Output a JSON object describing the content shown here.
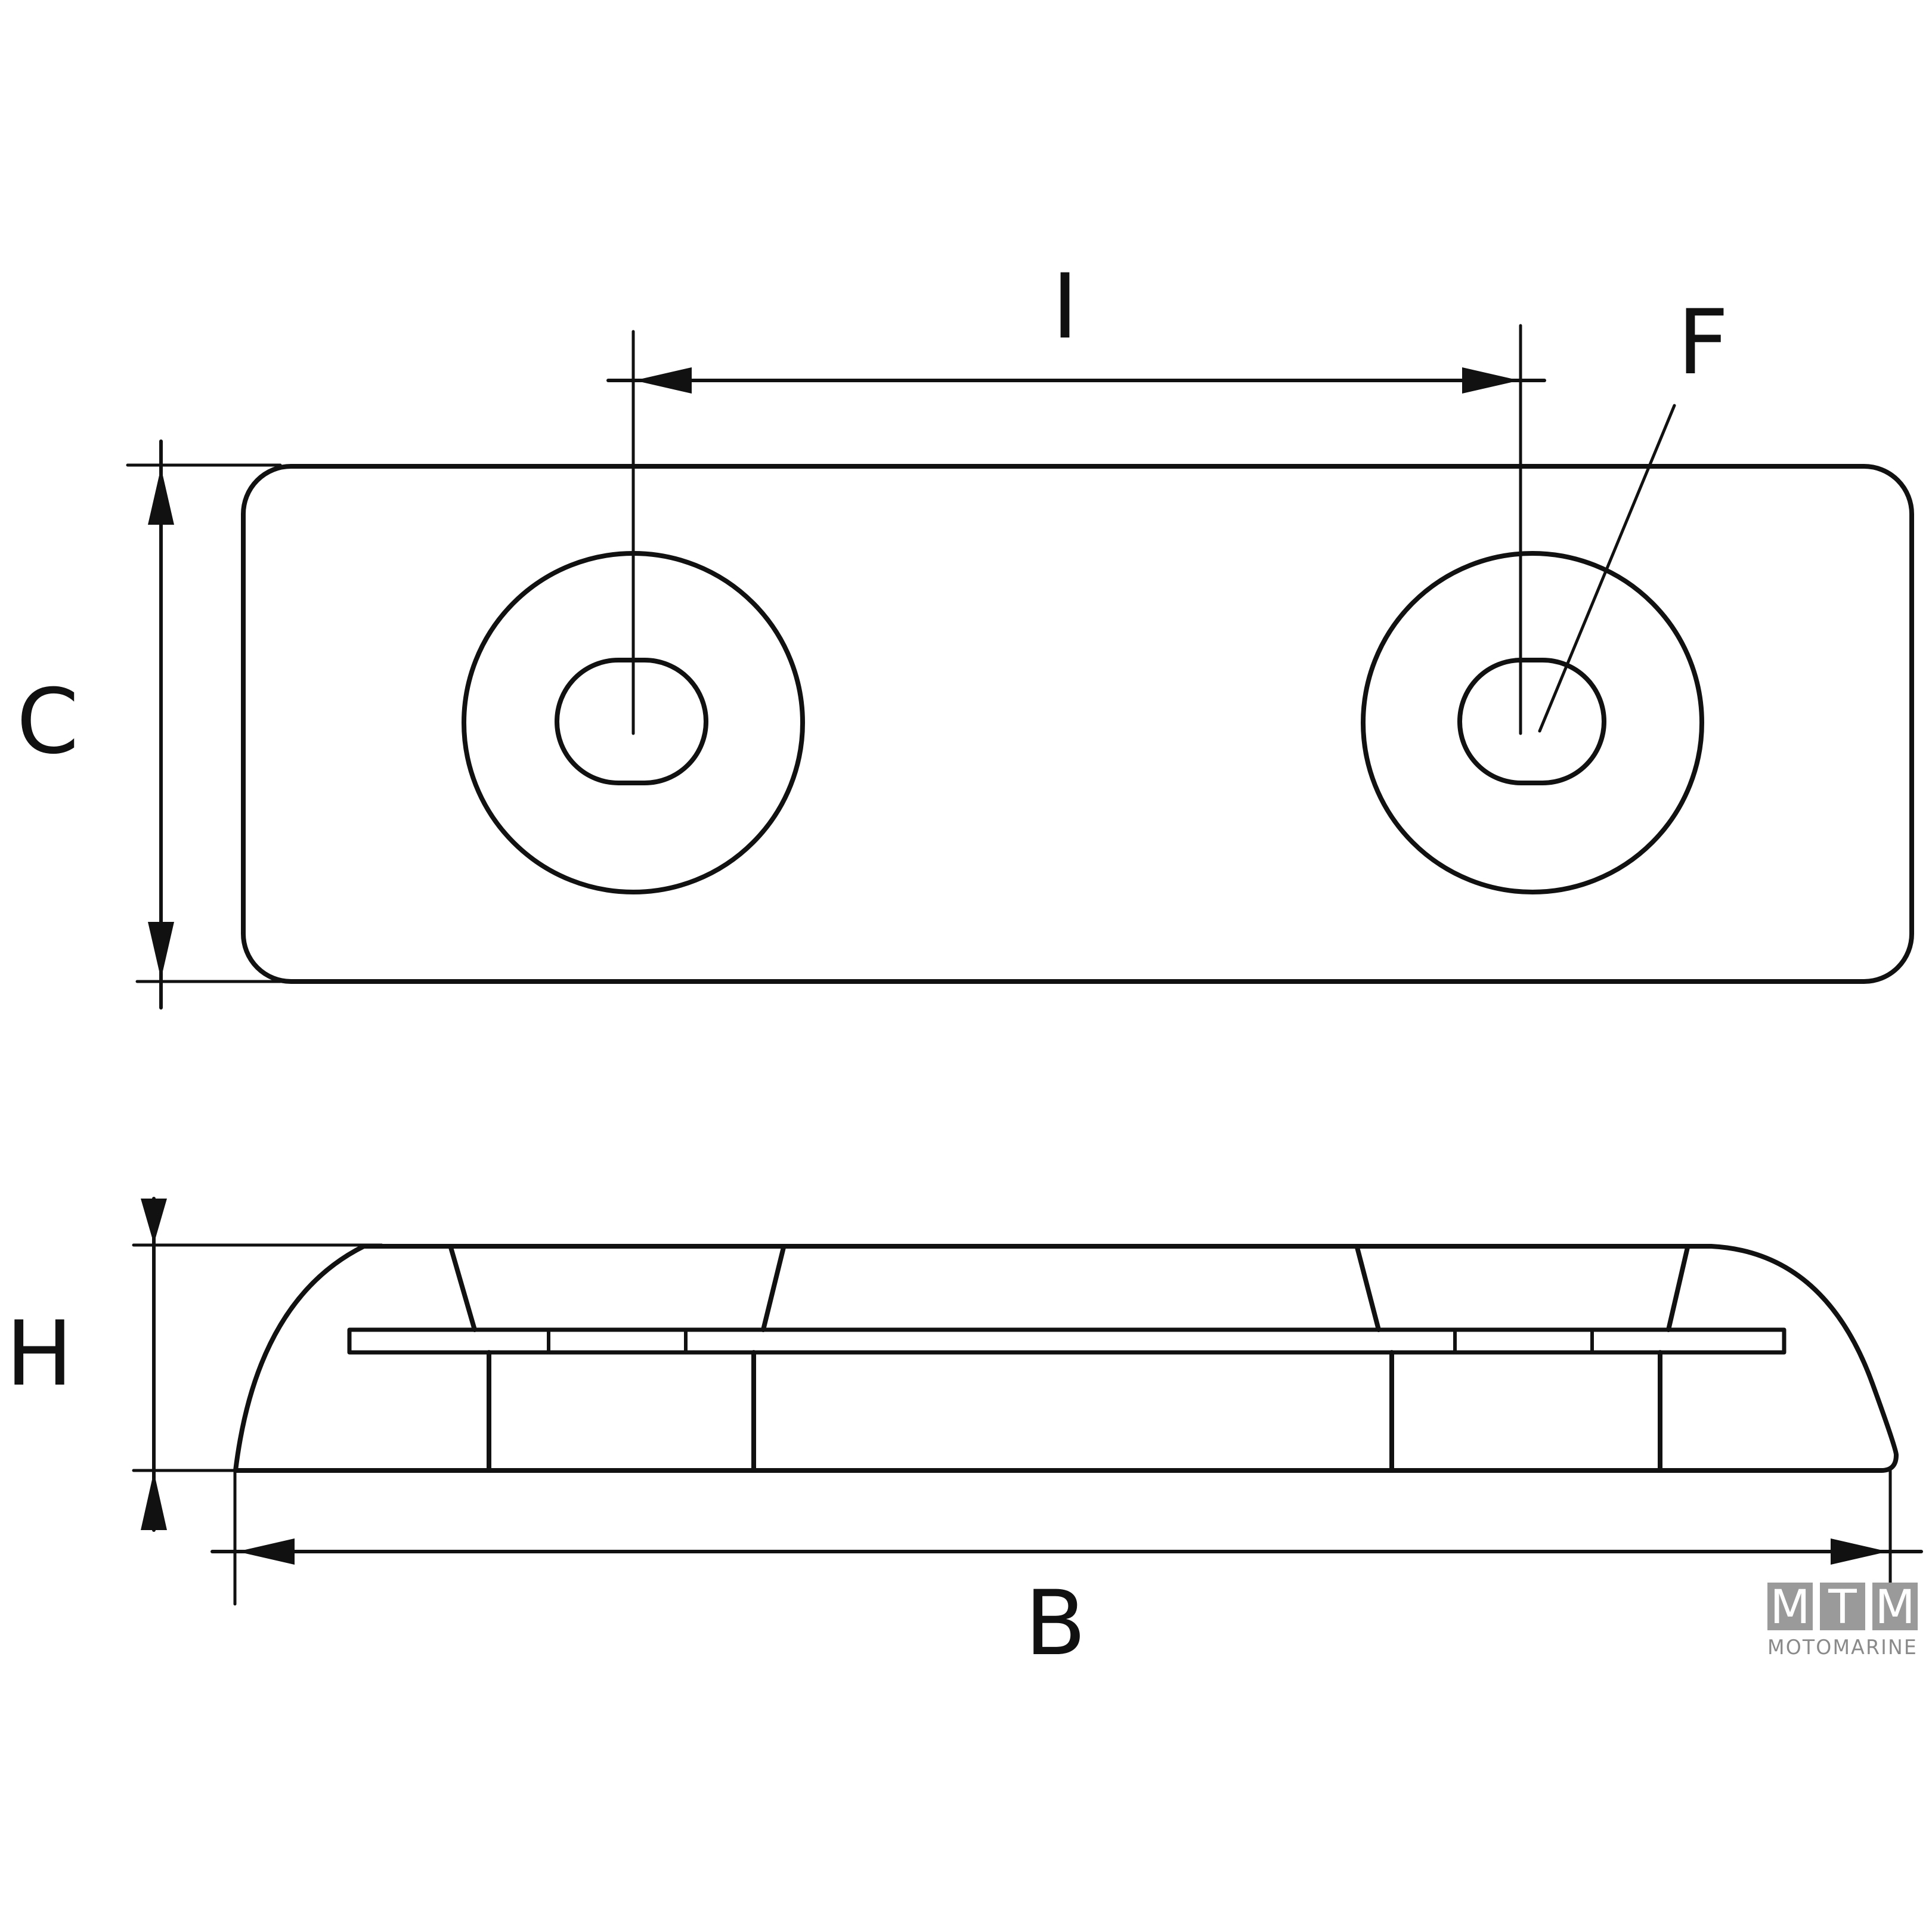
{
  "labels": {
    "hole_spacing": "I",
    "hole_diameter": "F",
    "width": "C",
    "height": "H",
    "length": "B"
  },
  "logo": {
    "letters": [
      "M",
      "T",
      "M"
    ],
    "subtitle": "MOTOMARINE",
    "box_color": "#9a9a9a"
  },
  "colors": {
    "line": "#111111",
    "background": "#ffffff"
  }
}
